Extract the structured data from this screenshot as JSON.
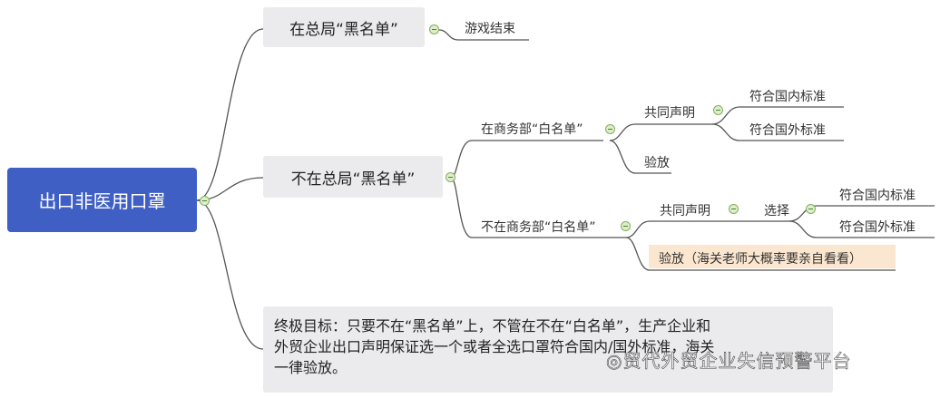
{
  "root": {
    "label": "出口非医用口罩",
    "color": "#3f5fc4"
  },
  "branches": {
    "blacklist": {
      "label": "在总局“黑名单”",
      "child": "游戏结束"
    },
    "not_blacklist": {
      "label": "不在总局“黑名单”",
      "whitelist": {
        "label": "在商务部“白名单”",
        "declaration": "共同声明",
        "domestic": "符合国内标准",
        "foreign": "符合国外标准",
        "release": "验放"
      },
      "not_whitelist": {
        "label": "不在商务部“白名单”",
        "declaration": "共同声明",
        "choose": "选择",
        "domestic": "符合国内标准",
        "foreign": "符合国外标准",
        "release": "验放（海关老师大概率要亲自看看）"
      }
    },
    "goal": {
      "line1": "终极目标：只要不在“黑名单”上，不管在不在“白名单”，生产企业和",
      "line2": "外贸企业出口声明保证选一个或者全选口罩符合国内/国外标准，海关",
      "line3": "一律验放。"
    }
  },
  "watermark": "贸代外贸企业失信预警平台",
  "colors": {
    "toggle": "#dcefc8",
    "highlight": "#fbe6cf",
    "node": "#ebebed"
  }
}
